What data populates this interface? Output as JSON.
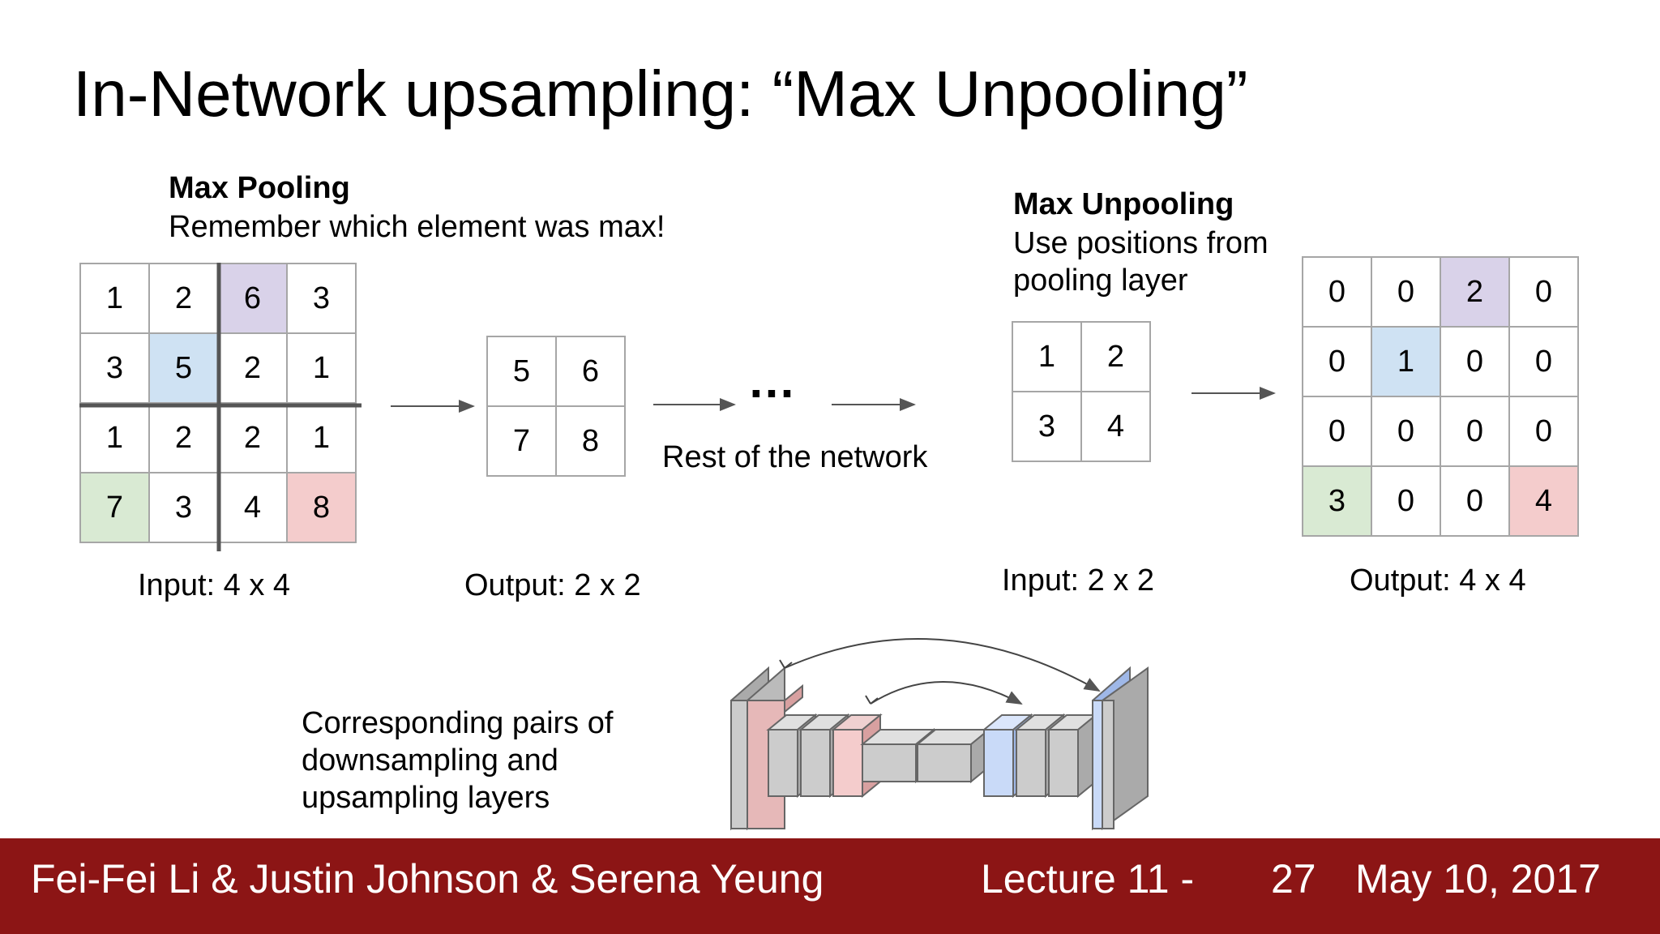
{
  "title": "In-Network upsampling: “Max Unpooling”",
  "pooling": {
    "heading": "Max Pooling",
    "sub": "Remember which element was max!",
    "input": [
      [
        "1",
        "2",
        "6",
        "3"
      ],
      [
        "3",
        "5",
        "2",
        "1"
      ],
      [
        "1",
        "2",
        "2",
        "1"
      ],
      [
        "7",
        "3",
        "4",
        "8"
      ]
    ],
    "output": [
      [
        "5",
        "6"
      ],
      [
        "7",
        "8"
      ]
    ],
    "input_label": "Input: 4 x 4",
    "output_label": "Output: 2 x 2"
  },
  "rest": {
    "ellipsis": "…",
    "label": "Rest of the network"
  },
  "unpooling": {
    "heading": "Max Unpooling",
    "sub_line1": "Use positions from",
    "sub_line2": "pooling layer",
    "input": [
      [
        "1",
        "2"
      ],
      [
        "3",
        "4"
      ]
    ],
    "output": [
      [
        "0",
        "0",
        "2",
        "0"
      ],
      [
        "0",
        "1",
        "0",
        "0"
      ],
      [
        "0",
        "0",
        "0",
        "0"
      ],
      [
        "3",
        "0",
        "0",
        "4"
      ]
    ],
    "input_label": "Input: 2 x 2",
    "output_label": "Output: 4 x 4"
  },
  "pairs_note": {
    "line1": "Corresponding pairs of",
    "line2": "downsampling and",
    "line3": "upsampling layers"
  },
  "footer": {
    "authors": "Fei-Fei Li & Justin Johnson & Serena Yeung",
    "lecture": "Lecture 11 -",
    "page": "27",
    "date": "May 10, 2017"
  },
  "colors": {
    "purple": "#d9d2e9",
    "blue": "#cfe2f3",
    "green": "#d9ead3",
    "red": "#f4cccc",
    "footer": "#8c1515",
    "layer_gray": "#cccccc",
    "layer_pink": "#e6b8b8",
    "layer_blue": "#c9daf8"
  }
}
